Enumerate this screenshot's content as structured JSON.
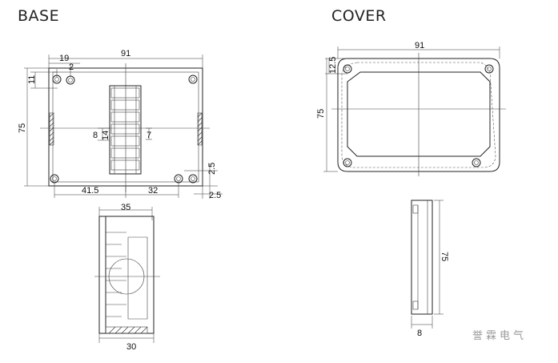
{
  "titles": {
    "base": "BASE",
    "cover": "COVER"
  },
  "watermark": "誉霖电气",
  "base_top": {
    "dim_19": "19",
    "dim_2": "2",
    "dim_91": "91",
    "dim_11": "11",
    "dim_75": "75",
    "dim_8": "8",
    "dim_14": "14",
    "dim_7": "7",
    "dim_41_5": "41.5",
    "dim_32": "32",
    "dim_2_5_a": "2.5",
    "dim_2_5_b": "2.5"
  },
  "base_side": {
    "dim_35": "35",
    "dim_30": "30"
  },
  "cover_top": {
    "dim_91": "91",
    "dim_12_5": "12.5",
    "dim_75": "75"
  },
  "cover_side": {
    "dim_75": "75",
    "dim_8": "8"
  }
}
